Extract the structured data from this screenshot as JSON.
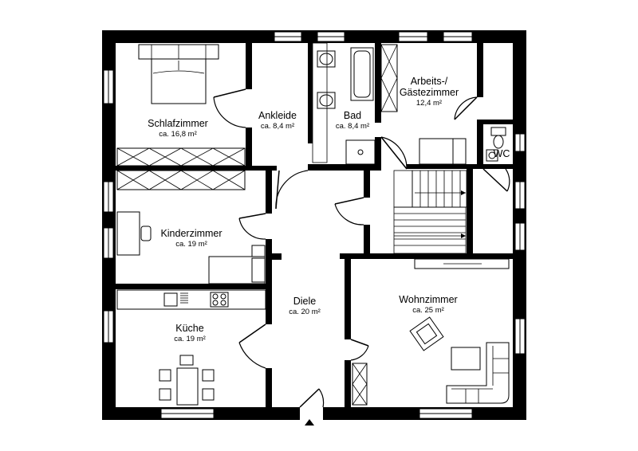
{
  "rooms": {
    "schlafzimmer": {
      "name": "Schlafzimmer",
      "area": "ca. 16,8 m²"
    },
    "ankleide": {
      "name": "Ankleide",
      "area": "ca. 8,4 m²"
    },
    "bad": {
      "name": "Bad",
      "area": "ca. 8,4 m²"
    },
    "arbeits": {
      "name_line1": "Arbeits-/",
      "name_line2": "Gästezimmer",
      "area": "12,4 m²"
    },
    "wc": {
      "name": "WC"
    },
    "kinderzimmer": {
      "name": "Kinderzimmer",
      "area": "ca. 19 m²"
    },
    "kueche": {
      "name": "Küche",
      "area": "ca. 19 m²"
    },
    "diele": {
      "name": "Diele",
      "area": "ca. 20 m²"
    },
    "wohnzimmer": {
      "name": "Wohnzimmer",
      "area": "ca. 25 m²"
    }
  },
  "icons": {
    "entrance": "entrance-arrow-icon"
  }
}
